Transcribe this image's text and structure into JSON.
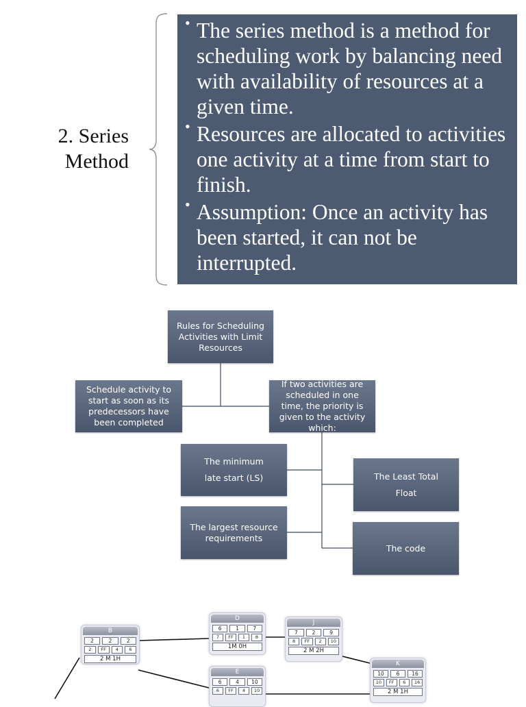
{
  "section": {
    "label_line1": "2. Series",
    "label_line2": "Method"
  },
  "bullets": [
    "The series method is a method for scheduling work by balancing need with availability of resources at a given time.",
    "Resources are allocated to activities one activity at a time from start to finish.",
    "Assumption: Once an activity has been started, it can not be interrupted."
  ],
  "flowchart": {
    "root": "Rules for Scheduling Activities with Limit Resources",
    "rule1": "Schedule activity to start as soon as its predecessors have been completed",
    "rule2": "If two activities are scheduled in one time, the priority is given to the activity which:",
    "criteria": {
      "min_late_start": "The minimum late start (LS)",
      "least_total_float": "The Least Total Float",
      "largest_resource": "The largest resource requirements",
      "code": "The code"
    }
  },
  "network": {
    "nodes": [
      {
        "name": "B",
        "row1": [
          "2",
          "2",
          "2"
        ],
        "row2": [
          "2",
          "FF",
          "4",
          "6"
        ],
        "resource": "2 M 1H"
      },
      {
        "name": "D",
        "row1": [
          "6",
          "1",
          "7"
        ],
        "row2": [
          "7",
          "FF",
          "1",
          "8"
        ],
        "resource": "1M 0H"
      },
      {
        "name": "J",
        "row1": [
          "7",
          "2",
          "9"
        ],
        "row2": [
          "8",
          "FF",
          "2",
          "10"
        ],
        "resource": "2 M 2H"
      },
      {
        "name": "E",
        "row1": [
          "6",
          "4",
          "10"
        ],
        "row2": [
          "6",
          "FF",
          "4",
          "10"
        ],
        "resource": ""
      },
      {
        "name": "K",
        "row1": [
          "10",
          "6",
          "16"
        ],
        "row2": [
          "10",
          "FF",
          "6",
          "16"
        ],
        "resource": "2 M 1H"
      }
    ]
  },
  "colors": {
    "box_fill": "#4c5a72",
    "flow_box_top": "#6b778c",
    "flow_box_bottom": "#4a566d"
  }
}
